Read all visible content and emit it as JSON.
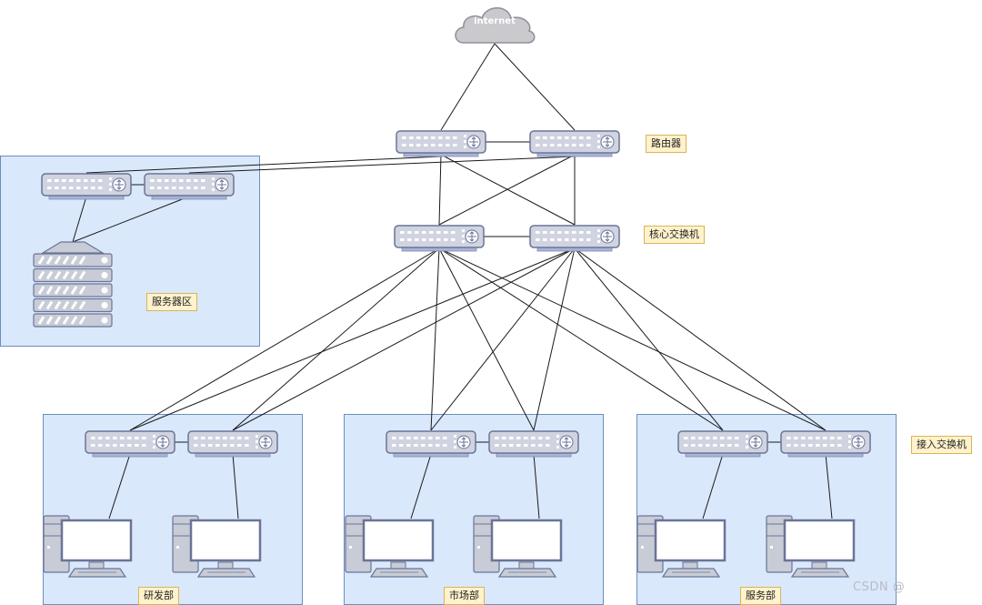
{
  "diagram": {
    "title": "",
    "cloud": {
      "label": "internet",
      "icon": "cloud-icon"
    },
    "labels": {
      "routers": "路由器",
      "core_switches": "核心交换机",
      "access_switches": "接入交换机"
    },
    "zones": [
      {
        "id": "server-zone",
        "label": "服务器区"
      },
      {
        "id": "rd-dept",
        "label": "研发部"
      },
      {
        "id": "marketing-dept",
        "label": "市场部"
      },
      {
        "id": "service-dept",
        "label": "服务部"
      }
    ],
    "nodes": {
      "routers": [
        "router-1",
        "router-2"
      ],
      "core_switches": [
        "core-switch-1",
        "core-switch-2"
      ],
      "server_zone": [
        "server-switch-1",
        "server-switch-2",
        "server-rack"
      ],
      "access_switches": [
        "access-switch-1",
        "access-switch-2",
        "access-switch-3",
        "access-switch-4",
        "access-switch-5",
        "access-switch-6"
      ],
      "pcs": [
        "pc-1",
        "pc-2",
        "pc-3",
        "pc-4",
        "pc-5",
        "pc-6"
      ]
    },
    "links": [
      [
        "internet",
        "router-1"
      ],
      [
        "internet",
        "router-2"
      ],
      [
        "router-1",
        "router-2"
      ],
      [
        "router-1",
        "core-switch-1"
      ],
      [
        "router-1",
        "core-switch-2"
      ],
      [
        "router-2",
        "core-switch-1"
      ],
      [
        "router-2",
        "core-switch-2"
      ],
      [
        "core-switch-1",
        "core-switch-2"
      ],
      [
        "router-1",
        "server-switch-1"
      ],
      [
        "router-2",
        "server-switch-2"
      ],
      [
        "server-switch-1",
        "server-switch-2"
      ],
      [
        "server-switch-1",
        "server-rack"
      ],
      [
        "server-switch-2",
        "server-rack"
      ],
      [
        "core-switch-1",
        "access-switch-1"
      ],
      [
        "core-switch-1",
        "access-switch-2"
      ],
      [
        "core-switch-1",
        "access-switch-3"
      ],
      [
        "core-switch-1",
        "access-switch-4"
      ],
      [
        "core-switch-1",
        "access-switch-5"
      ],
      [
        "core-switch-1",
        "access-switch-6"
      ],
      [
        "core-switch-2",
        "access-switch-1"
      ],
      [
        "core-switch-2",
        "access-switch-2"
      ],
      [
        "core-switch-2",
        "access-switch-3"
      ],
      [
        "core-switch-2",
        "access-switch-4"
      ],
      [
        "core-switch-2",
        "access-switch-5"
      ],
      [
        "core-switch-2",
        "access-switch-6"
      ],
      [
        "access-switch-1",
        "access-switch-2"
      ],
      [
        "access-switch-3",
        "access-switch-4"
      ],
      [
        "access-switch-5",
        "access-switch-6"
      ],
      [
        "access-switch-1",
        "pc-1"
      ],
      [
        "access-switch-2",
        "pc-2"
      ],
      [
        "access-switch-3",
        "pc-3"
      ],
      [
        "access-switch-4",
        "pc-4"
      ],
      [
        "access-switch-5",
        "pc-5"
      ],
      [
        "access-switch-6",
        "pc-6"
      ]
    ],
    "watermark": "CSDN @"
  }
}
